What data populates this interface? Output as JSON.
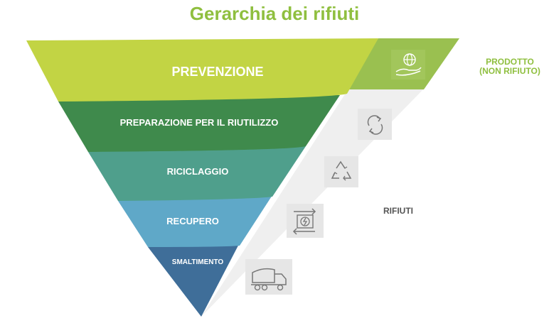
{
  "title": "Gerarchia dei rifiuti",
  "levels": [
    {
      "label": "PREVENZIONE",
      "icon": "hand-globe-icon",
      "color": "#c3d545"
    },
    {
      "label": "PREPARAZIONE PER IL RIUTILIZZO",
      "icon": "reuse-arrows-icon",
      "color": "#3f8a4c"
    },
    {
      "label": "RICICLAGGIO",
      "icon": "recycle-icon",
      "color": "#4f9f8c"
    },
    {
      "label": "RECUPERO",
      "icon": "energy-recovery-icon",
      "color": "#5fa8c8"
    },
    {
      "label": "SMALTIMENTO",
      "icon": "garbage-truck-icon",
      "color": "#3f6f9a"
    }
  ],
  "side_labels": {
    "prodotto": "PRODOTTO\n(NON RIFIUTO)",
    "rifiuti": "RIFIUTI"
  },
  "colors": {
    "title": "#8fbf3f",
    "prodotto_band": "#9ac050",
    "rifiuti_band": "#f0f0f0"
  }
}
